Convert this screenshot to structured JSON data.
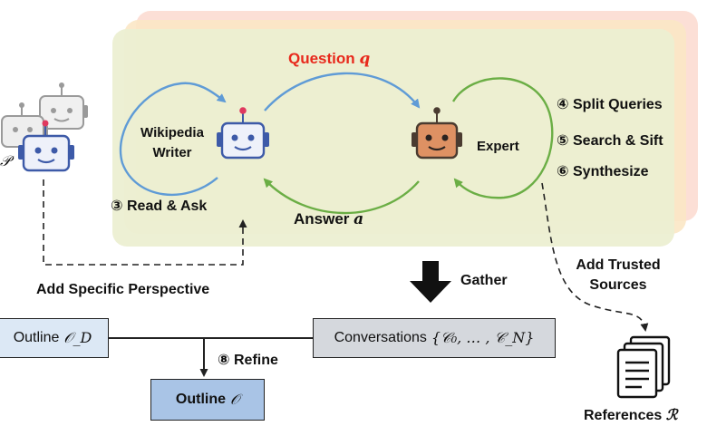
{
  "labels": {
    "question_text": "Question",
    "question_var": "q",
    "answer_text": "Answer",
    "answer_var": "a",
    "wikipedia_writer": "Wikipedia\nWriter",
    "expert": "Expert",
    "read_ask": "③ Read & Ask",
    "split_queries": "④ Split Queries",
    "search_sift": "⑤ Search & Sift",
    "synthesize": "⑥ Synthesize",
    "add_specific_perspective": "Add Specific Perspective",
    "gather": "Gather",
    "add_trusted_sources": "Add Trusted\nSources",
    "refine": "⑧ Refine",
    "references_text": "References",
    "references_var": "ℛ",
    "partial_left_symbol": "𝒫"
  },
  "boxes": {
    "outline_draft_text": "Outline",
    "outline_draft_var": "𝒪_D",
    "conversations_text": "Conversations",
    "conversations_var": "{𝒞₀, … , 𝒞_N}",
    "outline_final_text": "Outline",
    "outline_final_var": "𝒪"
  },
  "colors": {
    "question_red": "#e8291c",
    "loop_blue": "#5f9bd6",
    "loop_green": "#6bae45",
    "outline_blue": "#a9c4e6",
    "conversations_gray": "#d5d8dd",
    "outline_draft_blue": "#dce8f5",
    "robot_blue": "#3d5aa8",
    "robot_orange": "#de9163"
  }
}
